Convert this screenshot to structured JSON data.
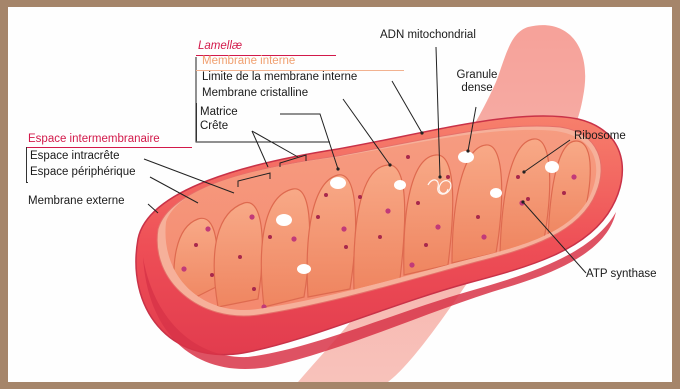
{
  "labels": {
    "lamellae": "Lamellæ",
    "membrane_interne": "Membrane interne",
    "limite_membrane_interne": "Limite de la membrane interne",
    "membrane_cristalline": "Membrane cristalline",
    "matrice": "Matrice",
    "crete": "Crête",
    "espace_intermembranaire": "Espace intermembranaire",
    "espace_intracrete": "Espace intracrête",
    "espace_peripherique": "Espace périphérique",
    "membrane_externe": "Membrane externe",
    "adn_mitochondrial": "ADN mitochondrial",
    "granule_dense": "Granule\ndense",
    "ribosome": "Ribosome",
    "atp_synthase": "ATP synthase"
  },
  "colors": {
    "outer_membrane": "#ef5a62",
    "intermembrane": "#f7a58f",
    "matrix": "#f49a7a",
    "crista": "#f07b58",
    "label_red": "#d2194a",
    "label_orange": "#f0a070",
    "frame": "#a5856a"
  }
}
